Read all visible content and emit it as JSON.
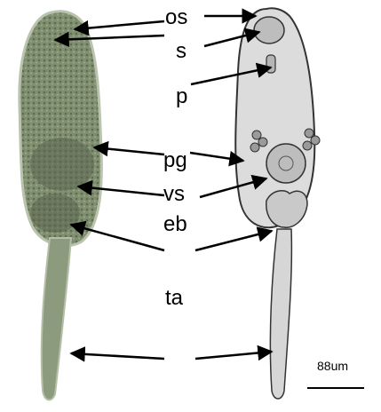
{
  "labels": {
    "os": "os",
    "s": "s",
    "p": "p",
    "pg": "pg",
    "vs": "vs",
    "eb": "eb",
    "ta": "ta"
  },
  "scale_bar": {
    "text": "88um"
  },
  "colors": {
    "photo_body": "#8a9a7a",
    "photo_dark": "#5b6650",
    "drawing_body": "#d9d9d9",
    "outline": "#444444",
    "arrow": "#000000"
  }
}
